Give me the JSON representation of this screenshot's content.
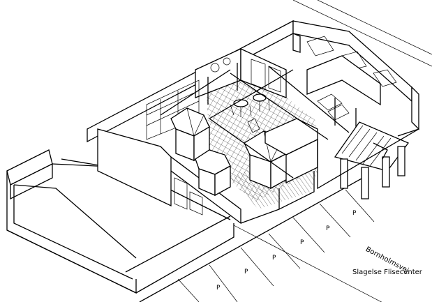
{
  "drawing": {
    "street_name": "Bornholmsvej",
    "caption": "Slagelse Flisecenter",
    "parking_marker": "P",
    "parking_spaces": 6
  }
}
